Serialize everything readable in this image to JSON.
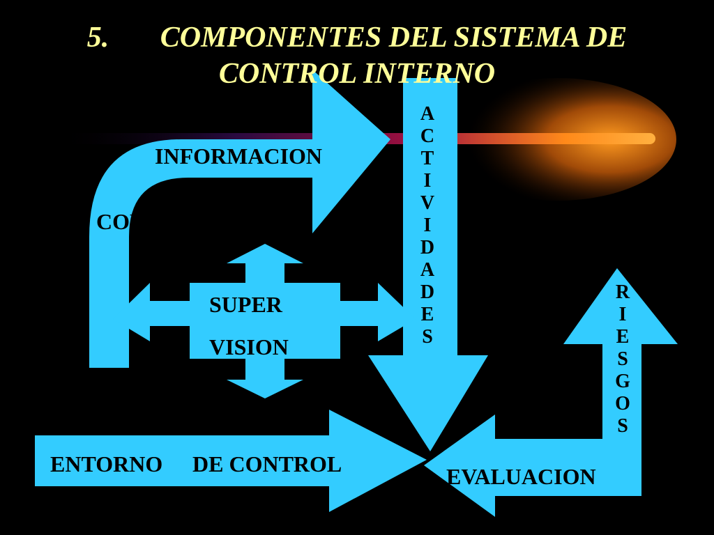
{
  "slide": {
    "title_number": "5.",
    "title_line1": "COMPONENTES DEL SISTEMA DE",
    "title_line2": "CONTROL INTERNO"
  },
  "components": {
    "informacion": "INFORMACION",
    "comunicacion": "COMUNICACIÓN",
    "supervision_line1": "SUPER",
    "supervision_line2": "VISION",
    "actividades": "A\nC\nT\nI\nV\nI\nD\nA\nD\nE\nS",
    "riesgos": "R\nI\nE\nS\nG\nO\nS",
    "evaluacion": "EVALUACION",
    "entorno": "ENTORNO",
    "de_control": "DE CONTROL"
  },
  "colors": {
    "background": "#000000",
    "arrow_fill": "#33ccff",
    "title_color": "#ffff99",
    "label_color": "#000000"
  },
  "icons": [
    "curved-arrow-icon",
    "four-way-arrow-icon",
    "down-arrow-icon",
    "up-arrow-icon",
    "right-arrow-icon",
    "left-arrow-icon"
  ]
}
